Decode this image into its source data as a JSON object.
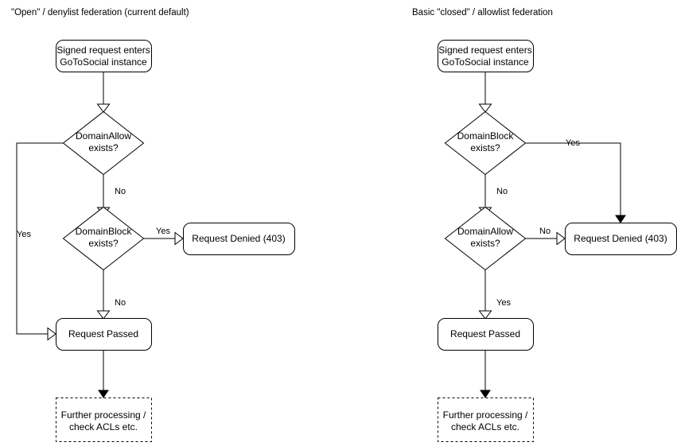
{
  "diagrams": [
    {
      "id": "open-denylist",
      "title": "\"Open\" / denylist federation (current default)",
      "nodes": {
        "start": {
          "label_line1": "Signed request enters",
          "label_line2": "GoToSocial instance",
          "shape": "rounded-rect"
        },
        "decision1": {
          "label_line1": "DomainAllow",
          "label_line2": "exists?",
          "shape": "diamond"
        },
        "decision2": {
          "label_line1": "DomainBlock",
          "label_line2": "exists?",
          "shape": "diamond"
        },
        "denied": {
          "label_line1": "Request Denied (403)",
          "shape": "rounded-rect"
        },
        "passed": {
          "label_line1": "Request Passed",
          "shape": "rounded-rect"
        },
        "further": {
          "label_line1": "Further processing /",
          "label_line2": "check ACLs etc.",
          "shape": "dashed-rect"
        }
      },
      "edge_labels": {
        "allow_yes": "Yes",
        "allow_no": "No",
        "block_yes": "Yes",
        "block_no": "No"
      }
    },
    {
      "id": "closed-allowlist",
      "title": "Basic \"closed\" / allowlist federation",
      "nodes": {
        "start": {
          "label_line1": "Signed request enters",
          "label_line2": "GoToSocial instance",
          "shape": "rounded-rect"
        },
        "decision1": {
          "label_line1": "DomainBlock",
          "label_line2": "exists?",
          "shape": "diamond"
        },
        "decision2": {
          "label_line1": "DomainAllow",
          "label_line2": "exists?",
          "shape": "diamond"
        },
        "denied": {
          "label_line1": "Request Denied (403)",
          "shape": "rounded-rect"
        },
        "passed": {
          "label_line1": "Request Passed",
          "shape": "rounded-rect"
        },
        "further": {
          "label_line1": "Further processing /",
          "label_line2": "check ACLs etc.",
          "shape": "dashed-rect"
        }
      },
      "edge_labels": {
        "block_yes": "Yes",
        "block_no": "No",
        "allow_no": "No",
        "allow_yes": "Yes"
      }
    }
  ],
  "colors": {
    "stroke": "#000000",
    "fill": "#ffffff",
    "text": "#000000",
    "background": "#ffffff"
  }
}
